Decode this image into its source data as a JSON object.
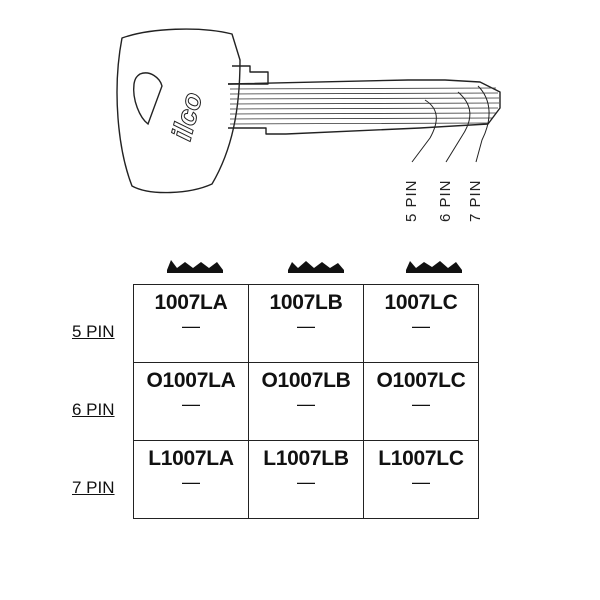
{
  "key": {
    "brand": "ilco",
    "pin_labels": [
      "5 PIN",
      "6 PIN",
      "7 PIN"
    ]
  },
  "table": {
    "row_labels": [
      "5 PIN",
      "6 PIN",
      "7 PIN"
    ],
    "rows": [
      [
        {
          "code": "1007LA",
          "value": "—"
        },
        {
          "code": "1007LB",
          "value": "—"
        },
        {
          "code": "1007LC",
          "value": "—"
        }
      ],
      [
        {
          "code": "O1007LA",
          "value": "—"
        },
        {
          "code": "O1007LB",
          "value": "—"
        },
        {
          "code": "O1007LC",
          "value": "—"
        }
      ],
      [
        {
          "code": "L1007LA",
          "value": "—"
        },
        {
          "code": "L1007LB",
          "value": "—"
        },
        {
          "code": "L1007LC",
          "value": "—"
        }
      ]
    ]
  }
}
